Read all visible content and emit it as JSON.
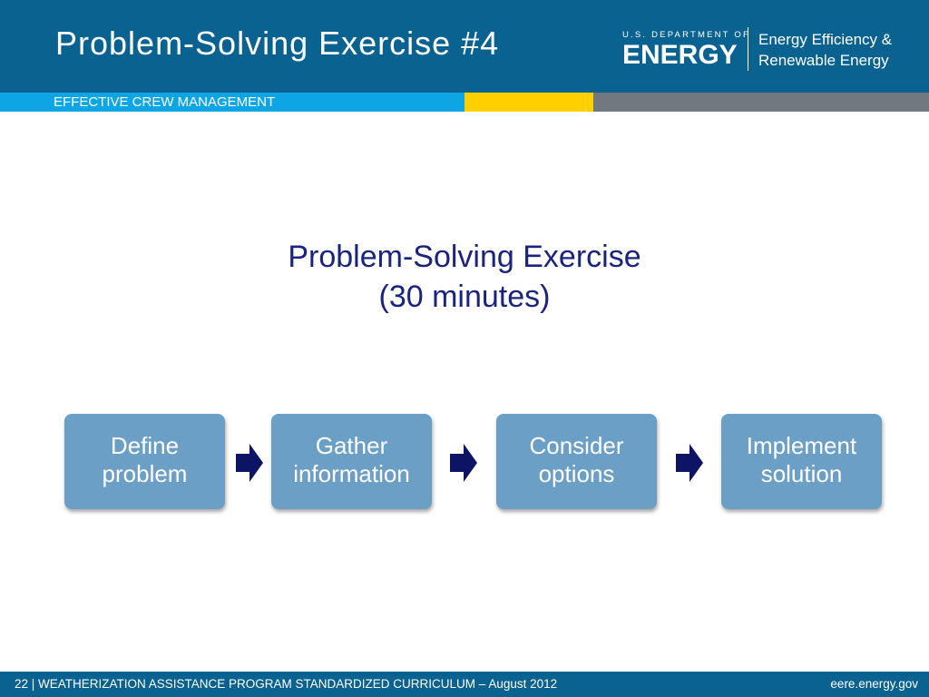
{
  "header": {
    "title": "Problem-Solving Exercise #4",
    "logo": {
      "department": "U.S. DEPARTMENT OF",
      "wordmark": "ENERGY",
      "office_line1": "Energy Efficiency &",
      "office_line2": "Renewable Energy"
    },
    "section": "EFFECTIVE CREW MANAGEMENT"
  },
  "main": {
    "heading": "Problem-Solving Exercise",
    "subheading": "(30 minutes)",
    "steps": [
      {
        "line1": "Define",
        "line2": "problem"
      },
      {
        "line1": "Gather",
        "line2": "information"
      },
      {
        "line1": "Consider",
        "line2": "options"
      },
      {
        "line1": "Implement",
        "line2": "solution"
      }
    ]
  },
  "footer": {
    "left": "22 | WEATHERIZATION ASSISTANCE PROGRAM STANDARDIZED CURRICULUM – August 2012",
    "right": "eere.energy.gov"
  },
  "colors": {
    "header_bg": "#0a6291",
    "stripe_blue": "#0ea5e4",
    "stripe_yellow": "#ffd000",
    "stripe_gray": "#707880",
    "heading_text": "#1a237e",
    "step_box": "#6b9fc6",
    "arrow": "#0d1466"
  }
}
